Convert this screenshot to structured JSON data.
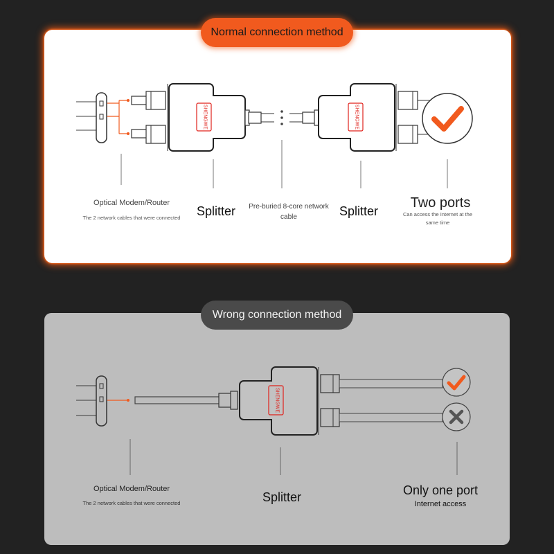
{
  "normal": {
    "title": "Normal connection method",
    "router_label": "Optical Modem/Router",
    "router_sub": "The 2 network cables that were connected",
    "splitter_left": "Splitter",
    "cable_label": "Pre-buried 8-core network cable",
    "splitter_right": "Splitter",
    "ports_title": "Two ports",
    "ports_sub": "Can access the Internet at the same time",
    "brand": "SHENGWE"
  },
  "wrong": {
    "title": "Wrong connection method",
    "router_label": "Optical Modem/Router",
    "router_sub": "The 2 network cables that were connected",
    "splitter": "Splitter",
    "ports_title": "Only one port",
    "ports_sub": "Internet access",
    "brand": "SHENGWE"
  },
  "colors": {
    "accent": "#f15a1e",
    "dark_pill": "#4a4a4a",
    "panel_light": "#ffffff",
    "panel_gray": "#bdbdbd"
  },
  "icons": [
    "check-icon",
    "cross-icon",
    "router-icon",
    "splitter-icon"
  ]
}
